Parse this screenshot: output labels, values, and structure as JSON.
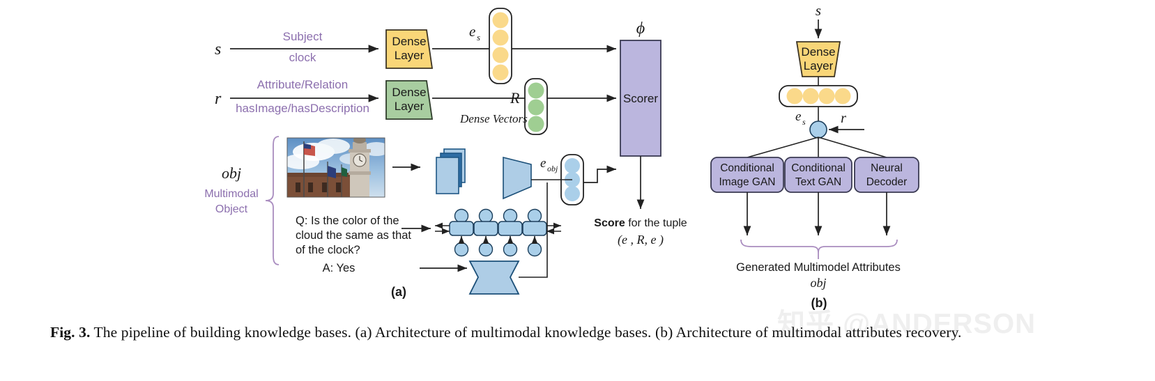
{
  "figure": {
    "caption_prefix": "Fig. 3.",
    "caption_text": "The pipeline of building knowledge bases. (a) Architecture of multimodal knowledge bases. (b) Architecture of multimodal attributes recovery.",
    "watermark": "知乎 @ANDERSON",
    "panel_a_label": "(a)",
    "panel_b_label": "(b)"
  },
  "colors": {
    "dense_yellow": "#F9D678",
    "dense_green": "#A8CDA0",
    "scorer_purple": "#BBB6DE",
    "gan_purple": "#BBB6DE",
    "vector_blue": "#AFCFE8",
    "node_yellow": "#FAD98A",
    "node_green": "#9FCE92",
    "node_blue": "#AACFE9",
    "cnn_light": "#AECDE6",
    "cnn_dark": "#2E6DA4",
    "label_purple": "#8C6FAE",
    "stroke": "#222222",
    "brace_purple": "#A98CBF"
  },
  "panel_a": {
    "input_s": "s",
    "input_r": "r",
    "edge_s_top": "Subject",
    "edge_s_bottom": "clock",
    "edge_r_top": "Attribute/Relation",
    "edge_r_bottom": "hasImage/hasDescription",
    "dense_layer_s": "Dense\nLayer",
    "dense_layer_s_line1": "Dense",
    "dense_layer_s_line2": "Layer",
    "dense_layer_r_line1": "Dense",
    "dense_layer_r_line2": "Layer",
    "vector_es": "e",
    "vector_es_sub": "s",
    "vector_R": "R",
    "dense_vectors_label": "Dense Vectors",
    "vector_eobj": "e",
    "vector_eobj_sub": "obj",
    "scorer_phi": "ϕ",
    "scorer_label": "Scorer",
    "score_bold": "Score",
    "score_rest": " for the tuple",
    "score_tuple": "(e , R, e   )",
    "obj_italic": "obj",
    "obj_label_line1": "Multimodal",
    "obj_label_line2": "Object",
    "question_line1": "Q:  Is  the  color  of  the",
    "question_line2": "cloud  the  same  as  that",
    "question_line3": "of the clock?",
    "answer": "A: Yes",
    "image_alt": "clock tower with flags and clouds"
  },
  "panel_b": {
    "input_s": "s",
    "input_r": "r",
    "dense_layer_line1": "Dense",
    "dense_layer_line2": "Layer",
    "vector_es": "e",
    "vector_es_sub": "s",
    "boxes": [
      {
        "line1": "Conditional",
        "line2": "Image GAN"
      },
      {
        "line1": "Conditional",
        "line2": "Text GAN"
      },
      {
        "line1": "Neural",
        "line2": "Decoder"
      }
    ],
    "output_label": "Generated Multimodel Attributes",
    "output_obj": "obj"
  }
}
